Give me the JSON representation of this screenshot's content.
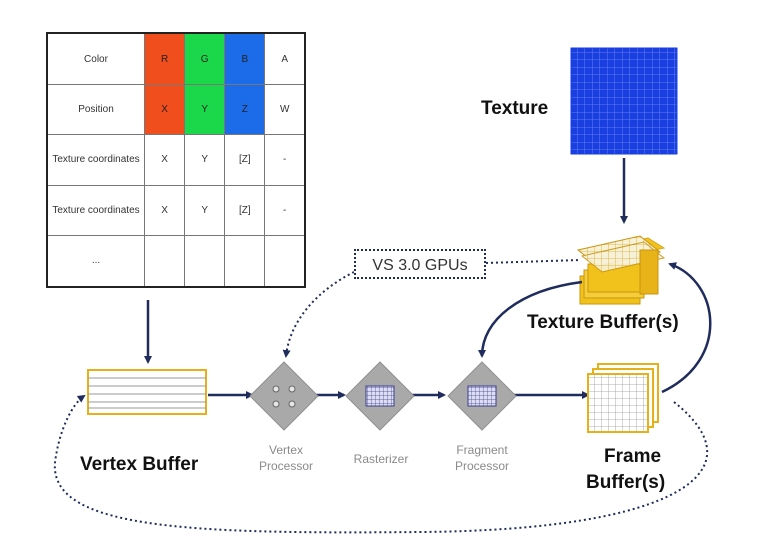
{
  "table": {
    "rows": [
      {
        "label": "Color",
        "cells": [
          "R",
          "G",
          "B",
          "A"
        ]
      },
      {
        "label": "Position",
        "cells": [
          "X",
          "Y",
          "Z",
          "W"
        ]
      },
      {
        "label": "Texture coordinates",
        "cells": [
          "X",
          "Y",
          "[Z]",
          "-"
        ]
      },
      {
        "label": "Texture coordinates",
        "cells": [
          "X",
          "Y",
          "[Z]",
          "-"
        ]
      },
      {
        "label": "...",
        "cells": [
          "",
          "",
          "",
          ""
        ]
      }
    ],
    "colors": {
      "r": "#f04e1c",
      "g": "#1bd84a",
      "b": "#1c6be8"
    }
  },
  "labels": {
    "texture": "Texture",
    "texture_buffers": "Texture Buffer(s)",
    "vertex_buffer": "Vertex Buffer",
    "frame_buffers_1": "Frame",
    "frame_buffers_2": "Buffer(s)",
    "vertex_processor_1": "Vertex",
    "vertex_processor_2": "Processor",
    "rasterizer": "Rasterizer",
    "fragment_processor_1": "Fragment",
    "fragment_processor_2": "Processor",
    "vs_gpus": "VS 3.0 GPUs"
  },
  "colors": {
    "arrow": "#1f2c5c",
    "texture_blue": "#1a3fe0",
    "buffer_yellow": "#f2c21c",
    "node_gray": "#a9a9a9"
  }
}
